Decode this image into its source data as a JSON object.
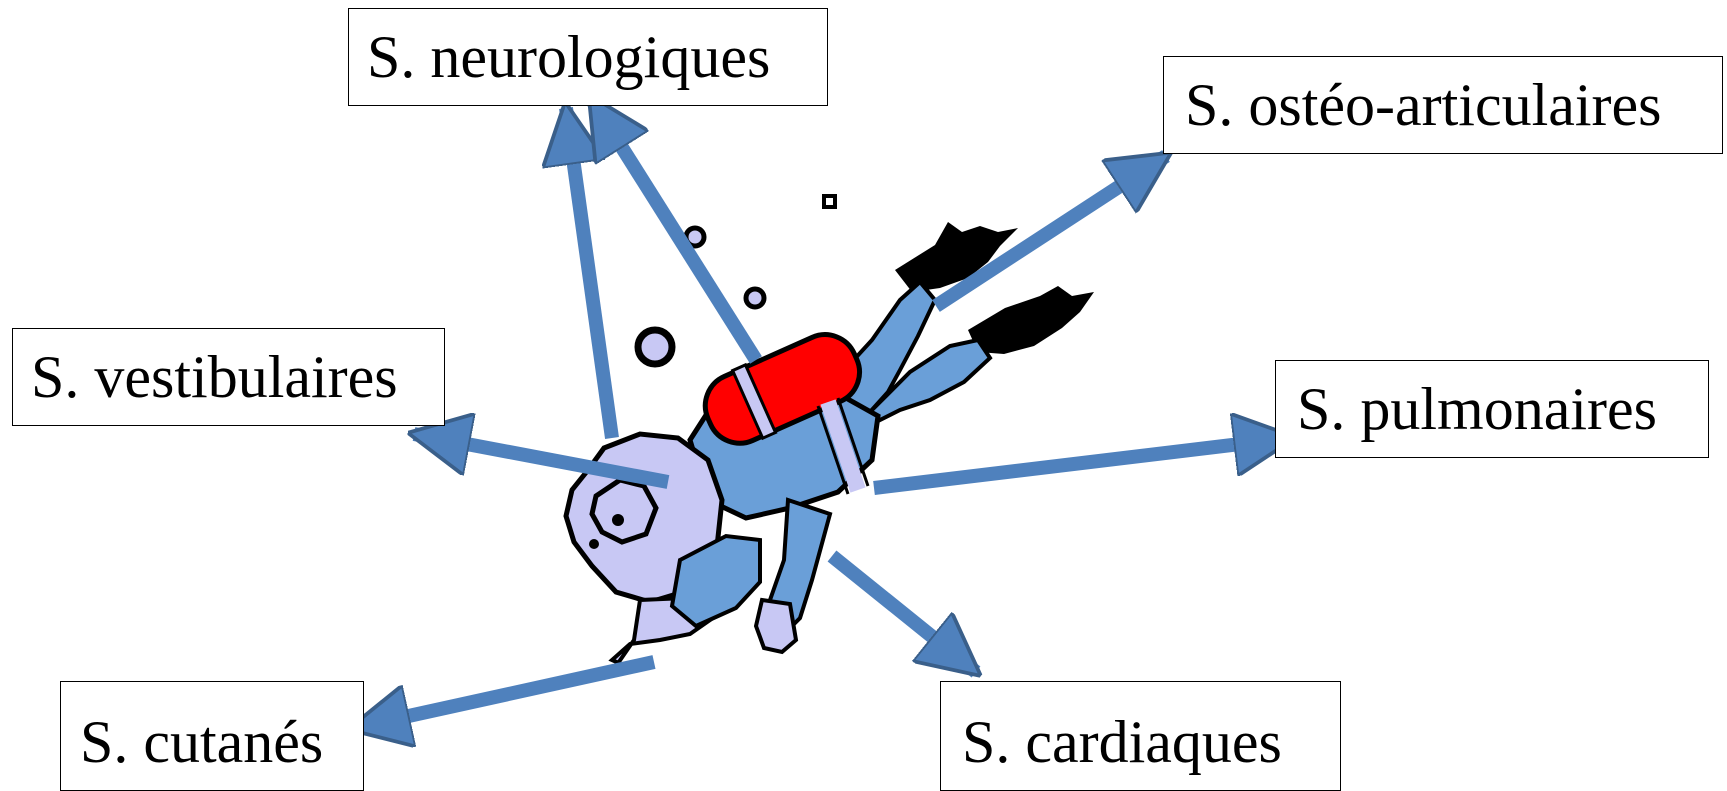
{
  "labels": {
    "neurologiques": "S. neurologiques",
    "osteo_articulaires": "S. ostéo-articulaires",
    "vestibulaires": "S. vestibulaires",
    "pulmonaires": "S. pulmonaires",
    "cutanes": "S. cutanés",
    "cardiaques": "S. cardiaques"
  },
  "colors": {
    "arrow_fill": "#4f81bd",
    "arrow_stroke": "#3a5f8a",
    "diver_suit": "#6a9fd8",
    "diver_skin": "#c8c8f4",
    "tank": "#ff0000",
    "outline": "#000000"
  },
  "icons": {
    "central_figure": "scuba-diver-clipart"
  }
}
